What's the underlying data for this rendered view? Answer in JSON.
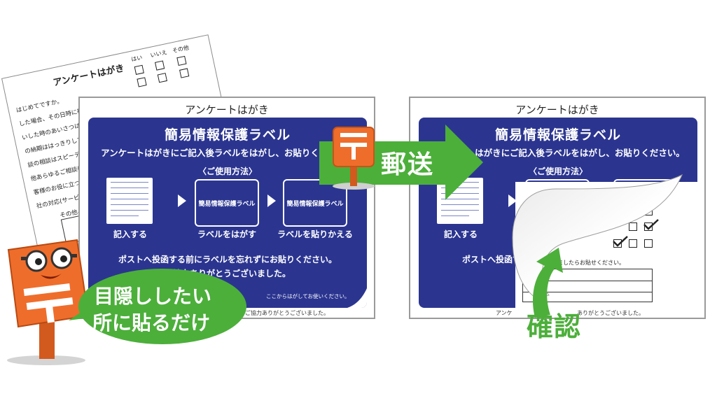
{
  "back_sheet": {
    "title": "アンケートはがき",
    "options": [
      "はい",
      "いいえ",
      "その他"
    ],
    "lines": [
      "はじめてですか。",
      "した場合、その日時に確実に",
      "いした時のあいさつはしっかり",
      "の納期ははっきりしています",
      "談の相談はスピーディに対応",
      "他あらゆるご相談に丁寧に",
      "客様のお役に立つ情報を",
      "社の対応(サービス)に満足",
      "その他、ご意見・ご要望"
    ]
  },
  "left_card": {
    "title": "アンケートはがき",
    "panel_title": "簡易情報保護ラベル",
    "panel_sub": "アンケートはがきにご記入後ラベルをはがし、お貼りください。",
    "usage": "〈ご使用方法〉",
    "steps": [
      {
        "box": "",
        "label": "記入する"
      },
      {
        "box": "簡易情報保護ラベル",
        "label": "ラベルをはがす"
      },
      {
        "box": "簡易情報保護ラベル",
        "label": "ラベルを貼りかえる"
      }
    ],
    "notice1": "ポストへ投函する前にラベルを忘れずにお貼りください。",
    "notice2": "ご協力ありがとうございました。",
    "peel_note": "ここからはがしてお使いください。",
    "footer": "ご協力ありがとうございました。"
  },
  "right_card": {
    "title": "アンケートはがき",
    "panel_title": "簡易情報保護ラベル",
    "panel_sub": "アンケートはがきにご記入後ラベルをはがし、お貼りください。",
    "usage": "〈ご使用方法〉",
    "step1_label": "記入する",
    "notice1": "ポストへ投函す",
    "notice_tail": "ましたらお貼せください。",
    "footer_left": "アンケ",
    "footer_right": "ありがとうございました。"
  },
  "callouts": {
    "mail": "郵送",
    "confirm": "確認",
    "hide_line1": "目隠ししたい",
    "hide_line2": "所に貼るだけ"
  },
  "colors": {
    "navy": "#2b3590",
    "green": "#4caf3a",
    "orange": "#ef6d2b"
  }
}
